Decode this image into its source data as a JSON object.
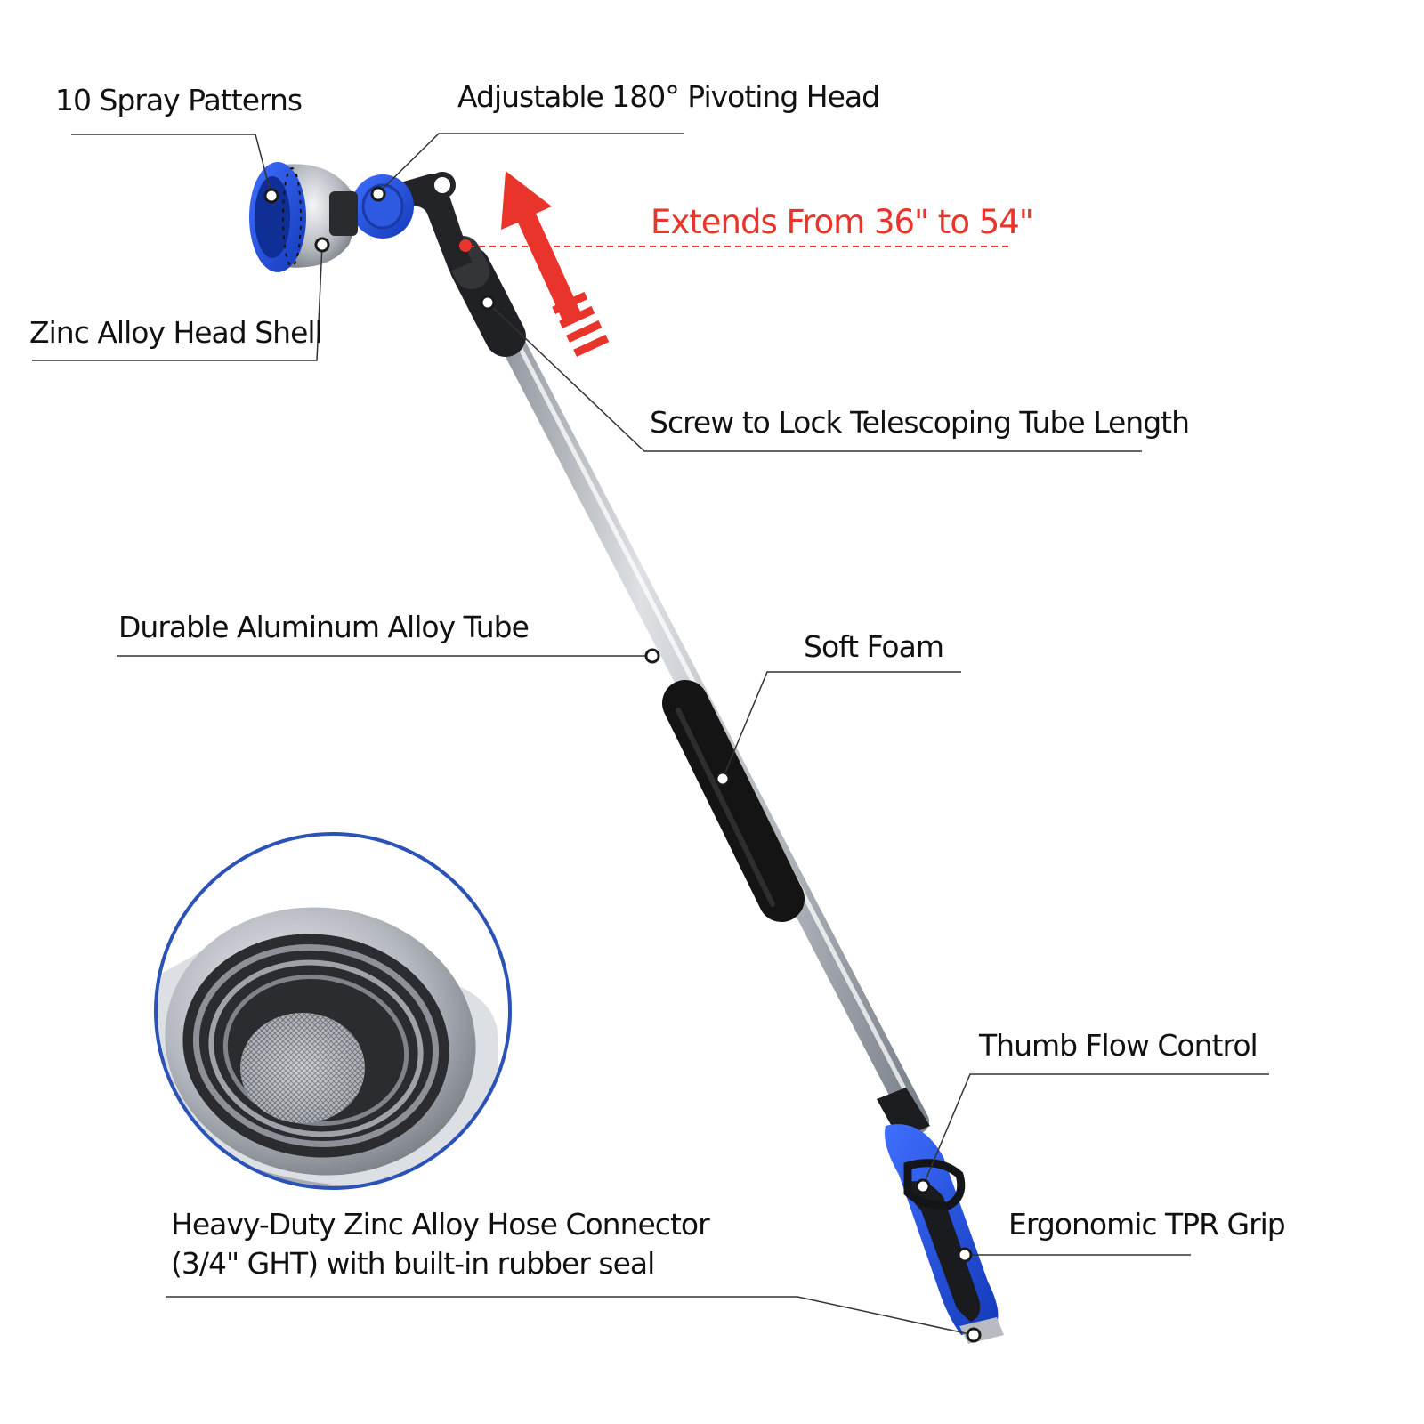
{
  "colors": {
    "brand_blue": "#1f4fd6",
    "red": "#e8342a",
    "tube_silver": "#c8ccd2",
    "foam_black": "#1c1c1c"
  },
  "callouts": {
    "spray_patterns": "10 Spray Patterns",
    "pivoting_head": "Adjustable 180° Pivoting Head",
    "extends": "Extends From 36\" to 54\"",
    "zinc_head_shell": "Zinc Alloy Head Shell",
    "lock_screw": "Screw to Lock Telescoping Tube Length",
    "aluminum_tube": "Durable Aluminum Alloy Tube",
    "soft_foam": "Soft Foam",
    "thumb_flow": "Thumb Flow Control",
    "tpr_grip": "Ergonomic TPR Grip",
    "hose_connector_line1": "Heavy-Duty Zinc Alloy Hose Connector",
    "hose_connector_line2": "(3/4\" GHT) with built-in rubber seal"
  },
  "icons": {
    "extend_arrow": "up-arrow-icon",
    "callout_dot": "dot-icon"
  }
}
